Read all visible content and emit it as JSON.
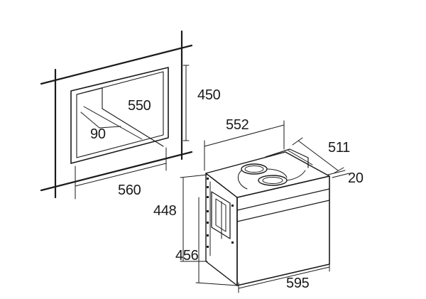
{
  "drawing": {
    "stroke_color": "#1a1a1a",
    "background": "#ffffff"
  },
  "dimensions": {
    "niche_height": "450",
    "niche_depth": "550",
    "niche_angle": "90",
    "niche_width": "560",
    "appliance_top_width": "552",
    "appliance_depth": "511",
    "front_panel_thickness": "20",
    "appliance_body_height": "448",
    "appliance_total_height": "456",
    "appliance_front_width": "595"
  }
}
